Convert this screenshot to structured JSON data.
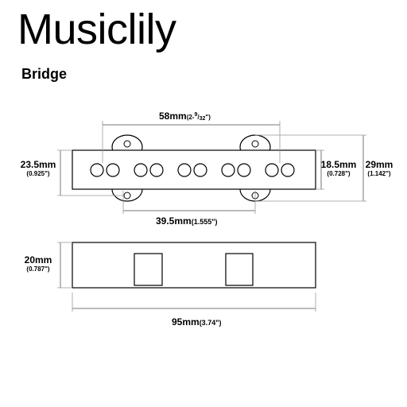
{
  "header": {
    "brand": "Musiclily",
    "subtitle": "Bridge"
  },
  "dimensions": {
    "top_mount": {
      "main": "58mm",
      "fraction_prefix": "(2-",
      "fraction_num": "9",
      "fraction_sep": "/",
      "fraction_den": "32",
      "fraction_suffix": "\")"
    },
    "left_height": {
      "main": "23.5mm",
      "sub": "(0.925\")"
    },
    "right_inner": {
      "main": "18.5mm",
      "sub": "(0.728\")"
    },
    "right_outer": {
      "main": "29mm",
      "sub": "(1.142\")"
    },
    "bottom_mount": {
      "main": "39.5mm",
      "sub": "(1.555\")"
    },
    "side_height": {
      "main": "20mm",
      "sub": "(0.787\")"
    },
    "total_length": {
      "main": "95mm",
      "sub": "(3.74\")"
    }
  }
}
